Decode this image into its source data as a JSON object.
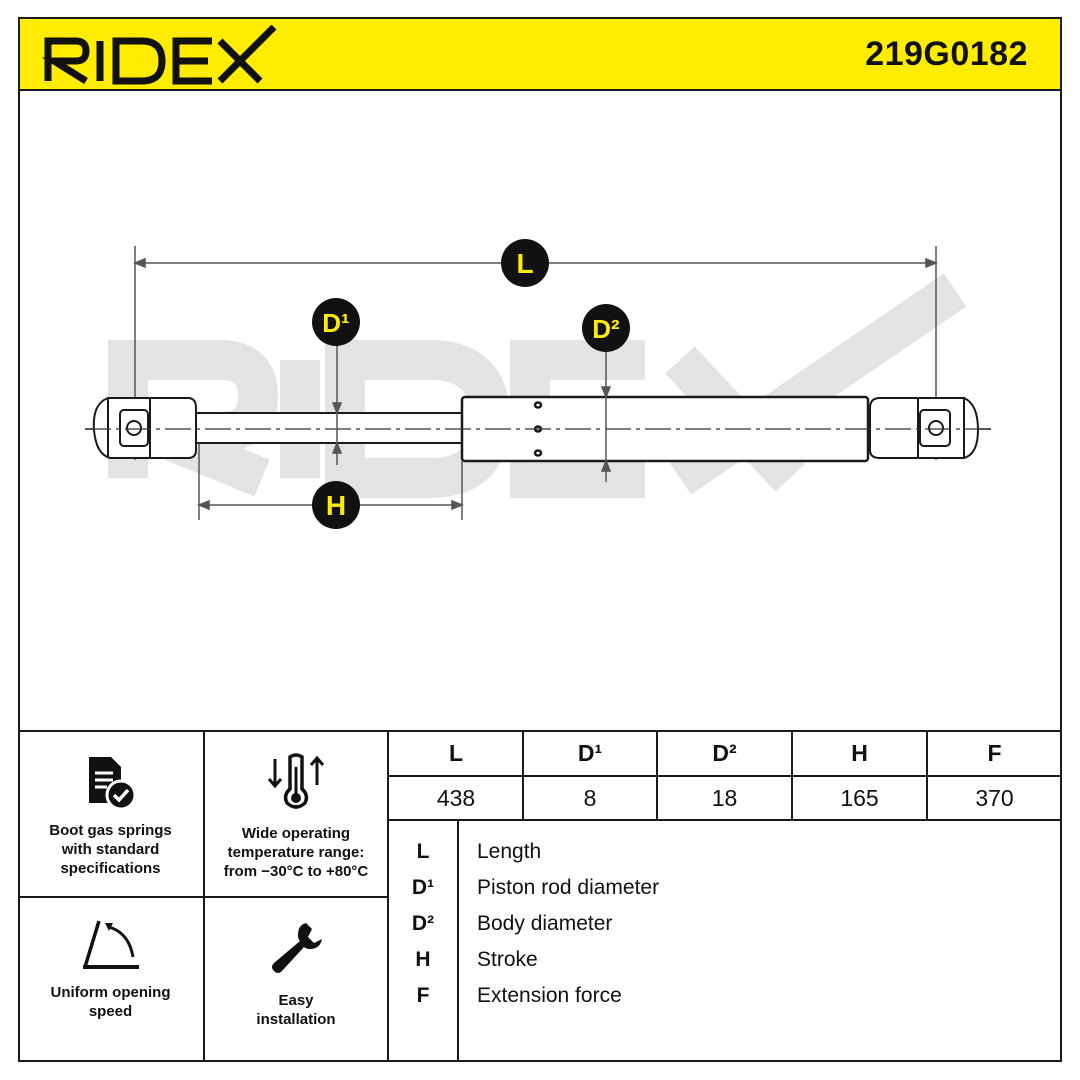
{
  "header": {
    "brand": "RIDEX",
    "part_number": "219G0182",
    "background_color": "#ffec00"
  },
  "diagram": {
    "labels": {
      "L": "L",
      "D1": "D¹",
      "D2": "D²",
      "H": "H"
    },
    "watermark": "RIDEX"
  },
  "features": [
    {
      "icon": "document-check-icon",
      "label_lines": [
        "Boot gas springs",
        "with standard",
        "specifications"
      ]
    },
    {
      "icon": "thermometer-arrows-icon",
      "label_lines": [
        "Wide operating",
        "temperature range:",
        "from −30°C to +80°C"
      ]
    },
    {
      "icon": "opening-angle-icon",
      "label_lines": [
        "Uniform opening",
        "speed"
      ]
    },
    {
      "icon": "wrench-icon",
      "label_lines": [
        "Easy",
        "installation"
      ]
    }
  ],
  "spec_table": {
    "headers": [
      "L",
      "D¹",
      "D²",
      "H",
      "F"
    ],
    "values": [
      "438",
      "8",
      "18",
      "165",
      "370"
    ]
  },
  "legend": [
    {
      "code": "L",
      "text": "Length"
    },
    {
      "code": "D¹",
      "text": "Piston rod diameter"
    },
    {
      "code": "D²",
      "text": "Body diameter"
    },
    {
      "code": "H",
      "text": "Stroke"
    },
    {
      "code": "F",
      "text": "Extension force"
    }
  ]
}
